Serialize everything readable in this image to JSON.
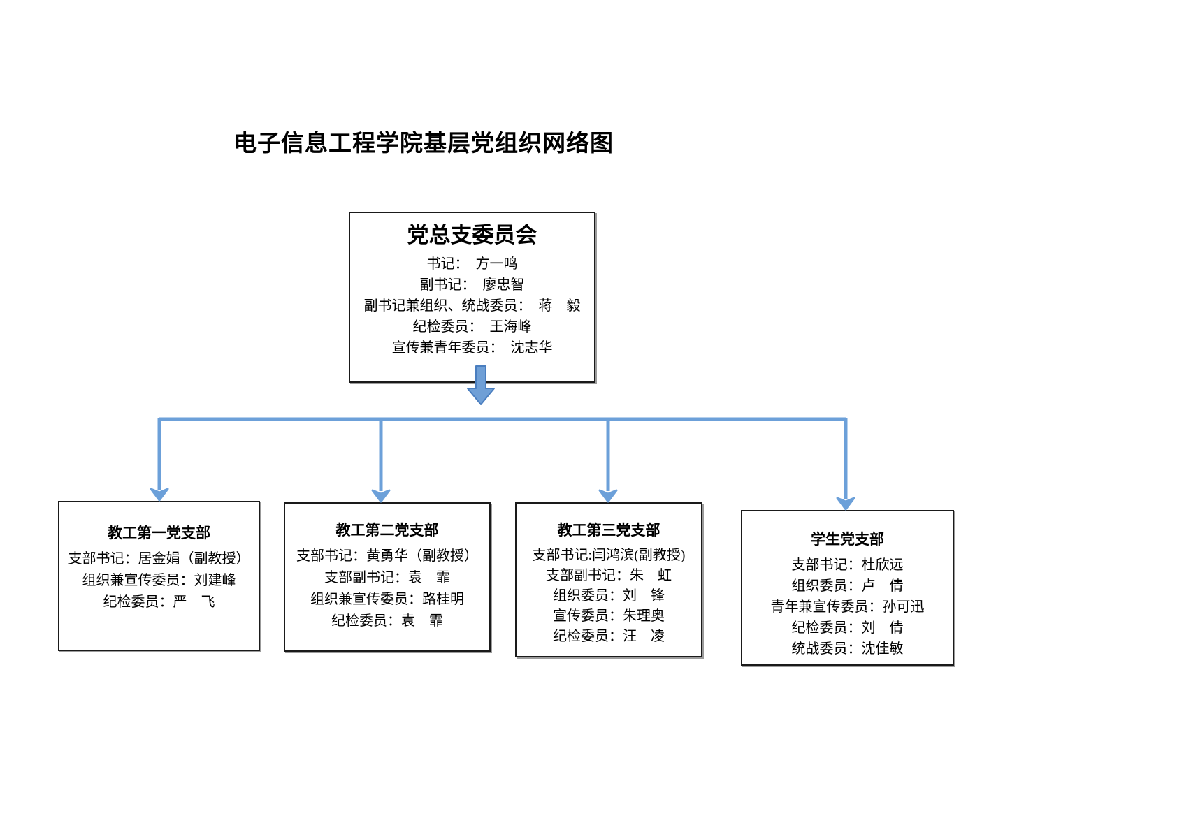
{
  "doc": {
    "title": "电子信息工程学院基层党组织网络图"
  },
  "root": {
    "title": "党总支委员会",
    "members": [
      "书记：　方一鸣",
      "副书记：　廖忠智",
      "副书记兼组织、统战委员：　蒋　毅",
      "纪检委员：　王海峰",
      "宣传兼青年委员：　沈志华"
    ]
  },
  "branches": [
    {
      "title": "教工第一党支部",
      "members": [
        "支部书记：居金娟（副教授）",
        "组织兼宣传委员：刘建峰",
        "纪检委员：严　飞"
      ]
    },
    {
      "title": "教工第二党支部",
      "members": [
        "支部书记：黄勇华（副教授）",
        "支部副书记：袁　霏",
        "组织兼宣传委员：路桂明",
        "纪检委员：袁　霏"
      ]
    },
    {
      "title": "教工第三党支部",
      "members": [
        "支部书记:闫鸿滨(副教授)",
        "支部副书记：朱　虹",
        "组织委员：刘　锋",
        "宣传委员：朱理奥",
        "纪检委员：汪　凌"
      ]
    },
    {
      "title": "学生党支部",
      "members": [
        "支部书记：杜欣远",
        "组织委员：卢　倩",
        "青年兼宣传委员：孙可迅",
        "纪检委员：刘　倩",
        "统战委员：沈佳敏"
      ]
    }
  ],
  "colors": {
    "connector_blue": "#6ca0d9",
    "arrow_fill": "#6f9fd6",
    "arrow_border": "#4a7ebf",
    "box_border": "#1a1a1a"
  }
}
